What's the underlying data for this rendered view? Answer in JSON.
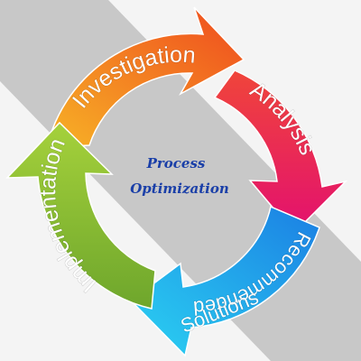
{
  "diagram": {
    "center": {
      "line1": "Process",
      "line2": "Optimization",
      "color": "#1a3fa8"
    },
    "segments": [
      {
        "id": "investigation",
        "label": "Investigation",
        "color_start": "#f7b326",
        "color_end": "#ef4a1e"
      },
      {
        "id": "analysis",
        "label": "Analysis",
        "color_start": "#f0453a",
        "color_end": "#e3106f"
      },
      {
        "id": "recommended-solutions",
        "label_line1": "Recommended",
        "label_line2": "Solutions",
        "color_start": "#1b7fe3",
        "color_end": "#2bd2f2"
      },
      {
        "id": "implementation",
        "label": "Implementation",
        "color_start": "#6ea62c",
        "color_end": "#a5d13b"
      }
    ],
    "background": {
      "light": "#f4f4f4",
      "dark": "#c6c6c6"
    }
  }
}
